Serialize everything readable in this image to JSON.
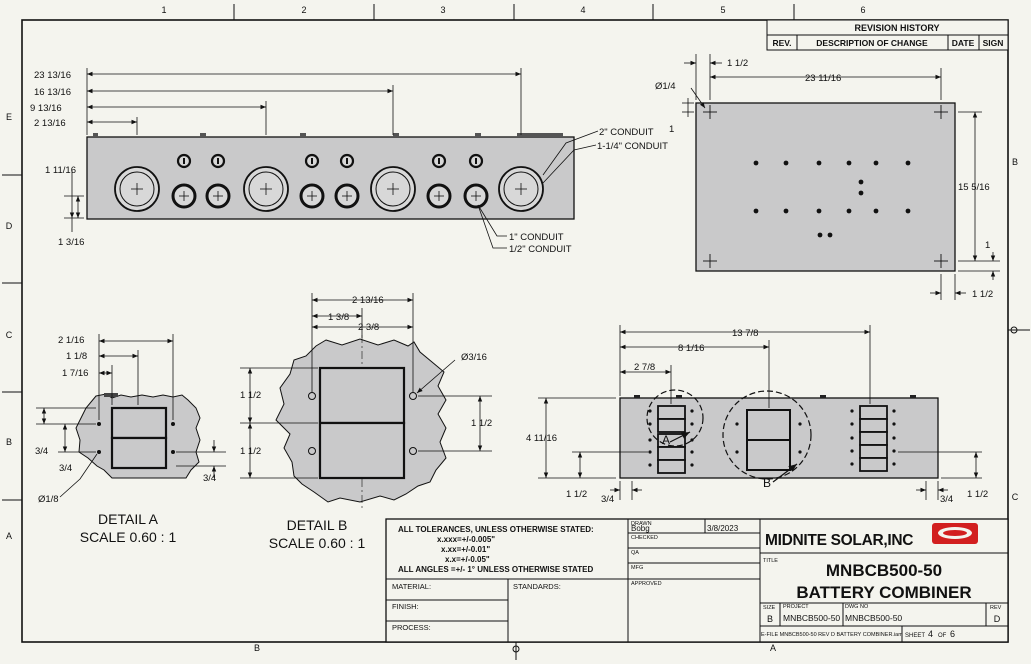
{
  "zones": {
    "top": [
      "1",
      "2",
      "3",
      "4",
      "5",
      "6"
    ],
    "right": [
      "B",
      "C"
    ],
    "left": [
      "E",
      "D",
      "C",
      "B",
      "A"
    ],
    "bottom": [
      "B",
      "A"
    ]
  },
  "revision_block": {
    "title": "REVISION HISTORY",
    "columns": [
      "REV.",
      "DESCRIPTION OF CHANGE",
      "DATE",
      "SIGN"
    ]
  },
  "front_view": {
    "dims_left": [
      "23 13/16",
      "16 13/16",
      "9 13/16",
      "2 13/16"
    ],
    "dims_side": [
      "1 11/16",
      "1 3/16"
    ],
    "callouts": [
      "2\" CONDUIT",
      "1-1/4\" CONDUIT",
      "1\" CONDUIT",
      "1/2\" CONDUIT"
    ]
  },
  "back_view": {
    "dims": [
      "Ø1/4",
      "1 1/2",
      "23 11/16",
      "1",
      "15 5/16",
      "1",
      "1 1/2"
    ]
  },
  "detail_a": {
    "dims": [
      "2 1/16",
      "1 1/8",
      "1 7/16",
      "3/4",
      "3/4",
      "3/4",
      "Ø1/8"
    ],
    "title": "DETAIL  A",
    "scale": "SCALE 0.60 : 1"
  },
  "detail_b": {
    "dims": [
      "2 13/16",
      "1 3/8",
      "2 3/8",
      "Ø3/16",
      "1 1/2",
      "1 1/2",
      "1 1/2"
    ],
    "title": "DETAIL  B",
    "scale": "SCALE 0.60 : 1"
  },
  "bottom_view": {
    "dims": [
      "13 7/8",
      "8 1/16",
      "2 7/8",
      "4 11/16",
      "1 1/2",
      "3/4",
      "3/4",
      "1 1/2"
    ],
    "detail_labels": [
      "A",
      "B"
    ]
  },
  "title_block": {
    "tolerances": [
      "ALL TOLERANCES, UNLESS OTHERWISE STATED:",
      "x.xxx=+/-0.005\"",
      "x.xx=+/-0.01\"",
      "x.x=+/-0.05\"",
      "ALL ANGLES =+/- 1° UNLESS OTHERWISE STATED"
    ],
    "material_label": "MATERIAL:",
    "finish_label": "FINISH:",
    "process_label": "PROCESS:",
    "standards_label": "STANDARDS:",
    "drawn_label": "DRAWN",
    "drawn_by": "Bobg",
    "drawn_date": "3/8/2023",
    "checked_label": "CHECKED",
    "qa_label": "QA",
    "mfg_label": "MFG",
    "approved_label": "APPROVED",
    "company": "MIDNITE SOLAR,INC",
    "title_label": "TITLE",
    "title_line1": "MNBCB500-50",
    "title_line2": "BATTERY COMBINER",
    "size_label": "SIZE",
    "size": "B",
    "project_label": "PROJECT",
    "project": "MNBCB500-50",
    "dwg_label": "DWG NO",
    "dwg_no": "MNBCB500-50",
    "rev_label": "REV",
    "rev": "D",
    "file_line": "E-FILE MNBCB500-50 REV D BATTERY COMBINER.iam",
    "sheet_label": "SHEET",
    "sheet_no": "4",
    "of_label": "OF",
    "sheet_total": "6"
  },
  "colors": {
    "part_fill": "#c9c9ca",
    "line": "#111111",
    "paper": "#f4f4ee",
    "logo_red": "#d21f1f"
  }
}
